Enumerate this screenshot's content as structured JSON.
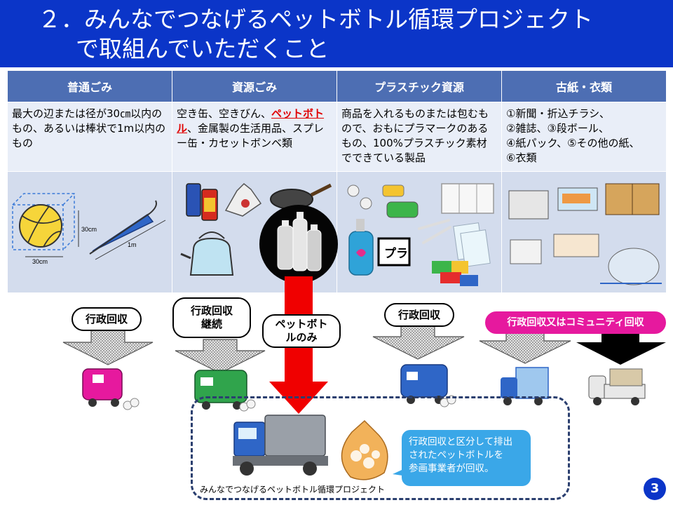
{
  "title": {
    "line1": "２．みんなでつなげるペットボトル循環プロジェクト",
    "line2": "で取組んでいただくこと"
  },
  "categories": [
    {
      "header": "普通ごみ",
      "desc": "最大の辺または径が30㎝以内のもの、あるいは棒状で1m以内のもの"
    },
    {
      "header": "資源ごみ",
      "desc_before": "空き缶、空きびん、",
      "desc_highlight": "ペットボトル",
      "desc_after": "、金属製の生活用品、スプレー缶・カセットボンベ類"
    },
    {
      "header": "プラスチック資源",
      "desc": "商品を入れるものまたは包むもので、おもにプラマークのあるもの、100%プラスチック素材でできている製品"
    },
    {
      "header": "古紙・衣類",
      "desc_lines": [
        "①新聞・折込チラシ、",
        "②雑誌、③段ボール、",
        "④紙パック、⑤その他の紙、",
        "⑥衣類"
      ]
    }
  ],
  "dims": {
    "cm": "30cm",
    "cm2": "30cm",
    "m": "1m"
  },
  "flow": {
    "p1": "行政回収",
    "p2": "行政回収継続",
    "p3": "ペットボトルのみ",
    "p4": "行政回収",
    "p5": "行政回収又はコミュニティ回収"
  },
  "bottom": {
    "bubble_lines": [
      "行政回収と区分して排出",
      "されたペットボトルを",
      "参画事業者が回収。"
    ],
    "project_label": "みんなでつなげるペットボトル循環プロジェクト"
  },
  "page_number": "3",
  "colors": {
    "title_bg": "#0b35c8",
    "header_bg": "#4d6eb3",
    "red_arrow": "#f00000",
    "magenta": "#e6199e",
    "bubble": "#3aa7e8"
  }
}
